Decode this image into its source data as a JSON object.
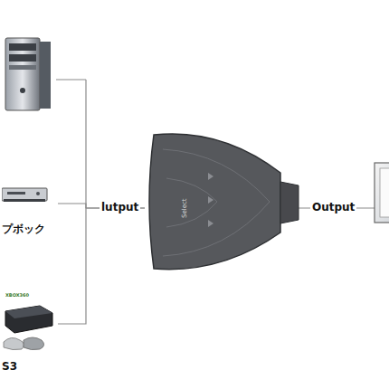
{
  "diagram": {
    "nodes": [
      {
        "text": [
          "プボック"
        ]
      },
      {
        "text": [
          "S3"
        ]
      },
      {
        "text": [
          "Select"
        ]
      }
    ],
    "edges": [
      {
        "from": 0,
        "to": 2,
        "arrow": "none"
      },
      {
        "from": 1,
        "to": 2,
        "arrow": "none"
      }
    ],
    "labels": [
      "lutput",
      "Output",
      "XBOX360"
    ]
  }
}
